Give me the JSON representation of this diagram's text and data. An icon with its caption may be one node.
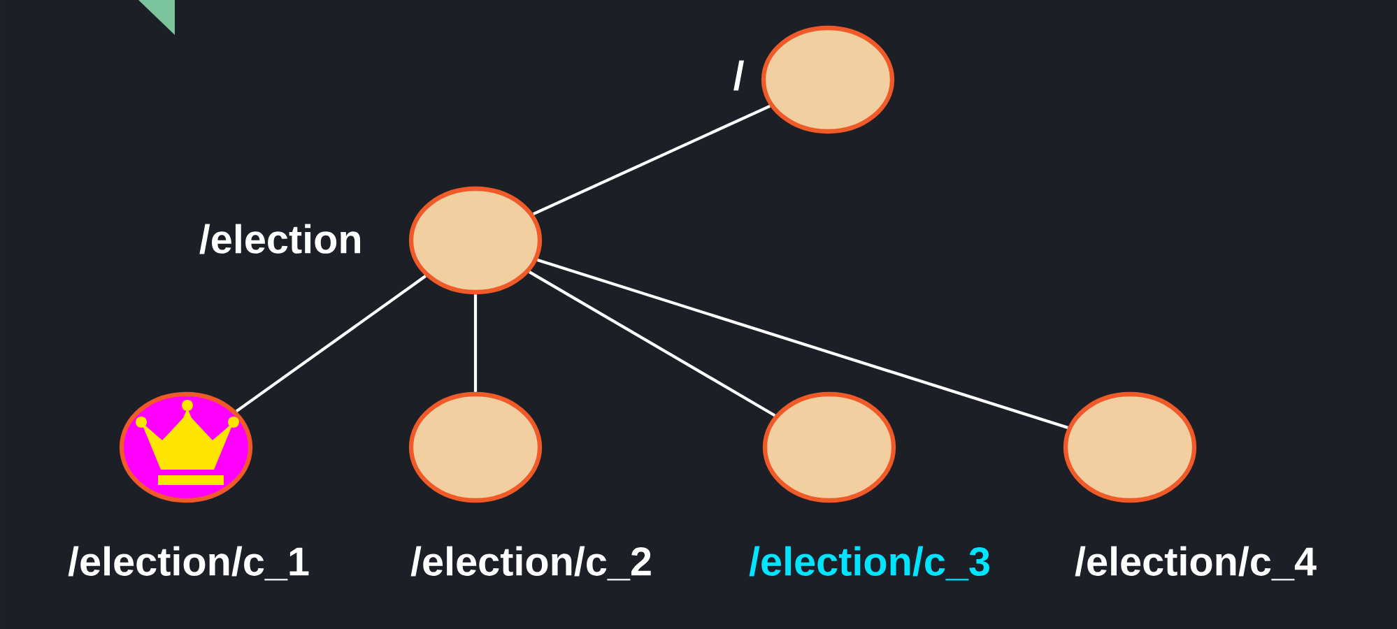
{
  "diagram": {
    "nodes": [
      {
        "text": [
          "/"
        ]
      },
      {
        "text": [
          "/election"
        ]
      },
      {
        "text": [
          "/election/c_1"
        ]
      },
      {
        "text": [
          "/election/c_2"
        ]
      },
      {
        "text": [
          "/election/c_3"
        ]
      },
      {
        "text": [
          "/election/c_4"
        ]
      }
    ],
    "edges": [
      {
        "from": 0,
        "to": 1,
        "arrow": "none"
      },
      {
        "from": 1,
        "to": 2,
        "arrow": "none"
      },
      {
        "from": 1,
        "to": 3,
        "arrow": "none"
      },
      {
        "from": 1,
        "to": 4,
        "arrow": "none"
      },
      {
        "from": 1,
        "to": 5,
        "arrow": "none"
      }
    ]
  }
}
